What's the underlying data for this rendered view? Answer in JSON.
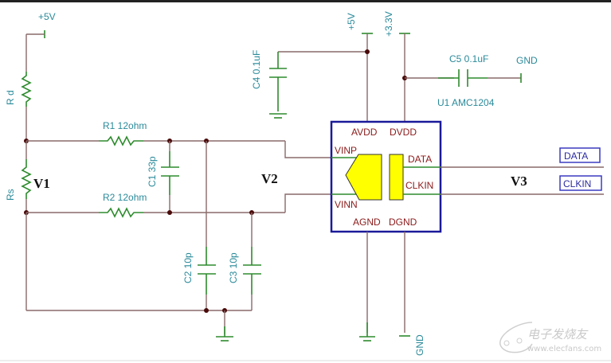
{
  "power_labels": {
    "vcc_left": "+5V",
    "vcc_avdd": "+5V",
    "vcc_dvdd": "+3.3V",
    "gnd_c5": "GND",
    "gnd_dgnd": "GND"
  },
  "components": {
    "rd": "R d",
    "rs": "Rs",
    "r1": "R1 12ohm",
    "r2": "R2 12ohm",
    "c1": "C1 33p",
    "c2": "C2 10p",
    "c3": "C3 10p",
    "c4": "C4  0.1uF",
    "c5": "C5  0.1uF",
    "u1": "U1 AMC1204"
  },
  "ic_pins": {
    "avdd": "AVDD",
    "dvdd": "DVDD",
    "vinp": "VINP",
    "vinn": "VINN",
    "data": "DATA",
    "clkin": "CLKIN",
    "agnd": "AGND",
    "dgnd": "DGND"
  },
  "nodes": {
    "v1": "V1",
    "v2": "V2",
    "v3": "V3"
  },
  "ports": {
    "data": "DATA",
    "clkin": "CLKIN"
  },
  "colors": {
    "wire": "#8a6a6a",
    "component": "#2e8b2e",
    "label": "#2a8a9a",
    "pin_label": "#8b1a1a",
    "ic_border": "#1a1a9a",
    "ic_fill": "#ffff00"
  },
  "watermark": {
    "brand": "电子发烧友",
    "url": "www.elecfans.com"
  }
}
